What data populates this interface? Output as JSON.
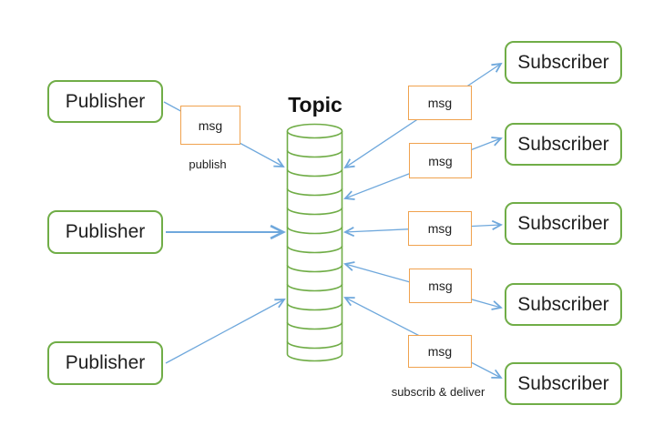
{
  "topic": {
    "label": "Topic"
  },
  "publishers": [
    {
      "label": "Publisher"
    },
    {
      "label": "Publisher"
    },
    {
      "label": "Publisher"
    }
  ],
  "subscribers": [
    {
      "label": "Subscriber"
    },
    {
      "label": "Subscriber"
    },
    {
      "label": "Subscriber"
    },
    {
      "label": "Subscriber"
    },
    {
      "label": "Subscriber"
    }
  ],
  "messages": [
    {
      "label": "msg"
    },
    {
      "label": "msg"
    },
    {
      "label": "msg"
    },
    {
      "label": "msg"
    },
    {
      "label": "msg"
    },
    {
      "label": "msg"
    }
  ],
  "annotations": {
    "publish": "publish",
    "subscribe_deliver": "subscrib & deliver"
  },
  "colors": {
    "node_border": "#70AD47",
    "message_border": "#F0A24E",
    "arrow": "#6FA8DC",
    "text": "#1F1F1F",
    "background": "#FFFFFF"
  }
}
